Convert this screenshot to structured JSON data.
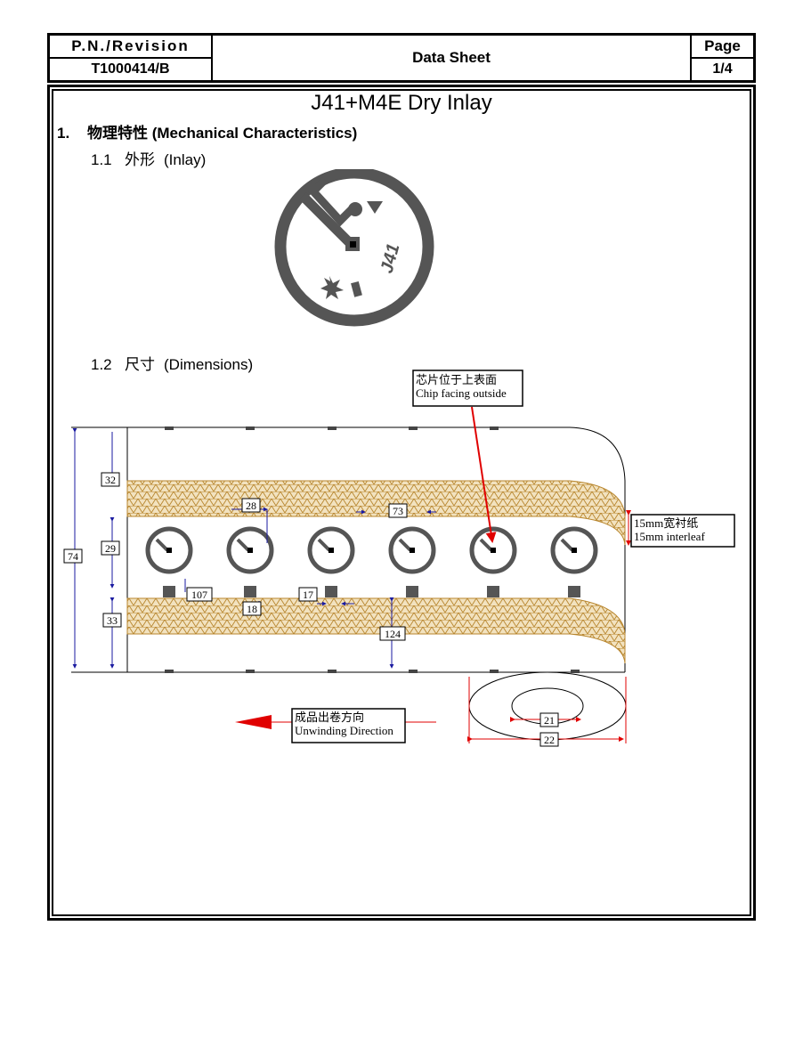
{
  "header": {
    "pn_label": "P.N./Revision",
    "pn_value": "T1000414/B",
    "title": "Data Sheet",
    "page_label": "Page",
    "page_value": "1/4"
  },
  "doc_title": "J41+M4E Dry Inlay",
  "section1": {
    "num": "1.",
    "label": "物理特性 (Mechanical Characteristics)"
  },
  "sub1": {
    "num": "1.1",
    "cn": "外形",
    "en": "(Inlay)"
  },
  "sub2": {
    "num": "1.2",
    "cn": "尺寸",
    "en": "(Dimensions)"
  },
  "inlay_mark": "J41",
  "diagram": {
    "chip_note_cn": "芯片位于上表面",
    "chip_note_en": "Chip facing outside",
    "interleaf_cn": "15mm宽衬纸",
    "interleaf_en": "15mm interleaf",
    "unwind_cn": "成品出卷方向",
    "unwind_en": "Unwinding Direction",
    "dims": {
      "d74": "74",
      "d32": "32",
      "d29": "29",
      "d33": "33",
      "d28": "28",
      "d73": "73",
      "d107": "107",
      "d17": "17",
      "d18": "18",
      "d124": "124",
      "d21": "21",
      "d22": "22"
    },
    "colors": {
      "mesh": "#b8862e",
      "arrow": "#e00000",
      "dim": "#1a1aa0",
      "inlay": "#555555"
    }
  }
}
